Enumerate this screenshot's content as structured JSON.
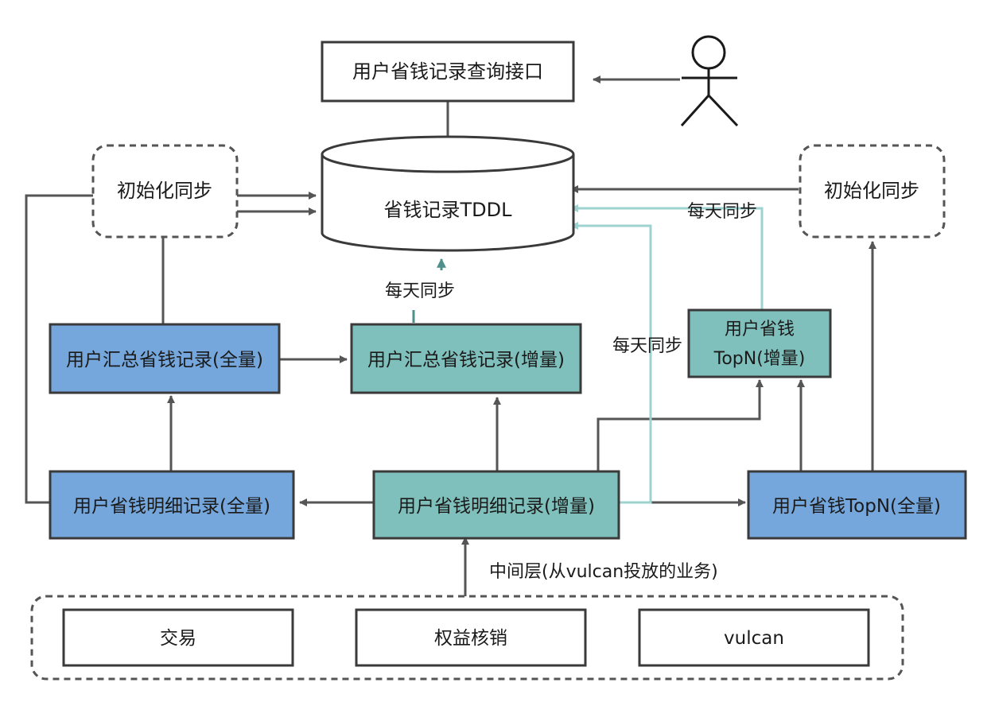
{
  "nodes": {
    "query_api": "用户省钱记录查询接口",
    "tddl": "省钱记录TDDL",
    "init_sync_left": "初始化同步",
    "init_sync_right": "初始化同步",
    "summary_full": "用户汇总省钱记录(全量)",
    "summary_incr": "用户汇总省钱记录(增量)",
    "topn_incr_line1": "用户省钱",
    "topn_incr_line2": "TopN(增量)",
    "detail_full": "用户省钱明细记录(全量)",
    "detail_incr": "用户省钱明细记录(增量)",
    "topn_full": "用户省钱TopN(全量)",
    "source_trade": "交易",
    "source_benefit": "权益核销",
    "source_vulcan": "vulcan"
  },
  "edge_labels": {
    "daily_sync_center": "每天同步",
    "daily_sync_topn": "每天同步",
    "daily_sync_detail": "每天同步",
    "middle_layer": "中间层(从vulcan投放的业务)"
  },
  "colors": {
    "full_fill": "#75a7dc",
    "incr_fill": "#80c0bc",
    "line_dark": "#555555",
    "line_teal": "#9fd3d0",
    "border": "#3a3a3a"
  }
}
